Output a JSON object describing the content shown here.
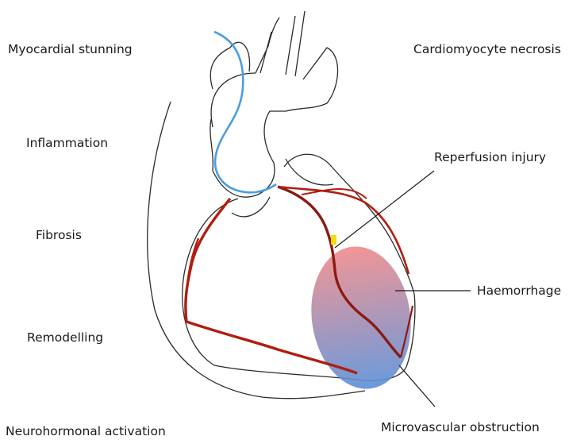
{
  "labels": {
    "myocardial_stunning": "Myocardial stunning",
    "inflammation": "Inflammation",
    "fibrosis": "Fibrosis",
    "remodelling": "Remodelling",
    "neurohormonal_activation": "Neurohormonal activation",
    "cardiomyocyte_necrosis": "Cardiomyocyte necrosis",
    "reperfusion_injury": "Reperfusion injury",
    "haemorrhage": "Haemorrhage",
    "microvascular_obstruction": "Microvascular obstruction"
  },
  "colors": {
    "outline": "#2b2b2b",
    "artery": "#b01e10",
    "artery_dark": "#8c1a12",
    "vein": "#4a9ee0",
    "lesion_top": "#f08a8a",
    "lesion_bottom": "#5a8fd8",
    "occlusion": "#f0e000"
  }
}
